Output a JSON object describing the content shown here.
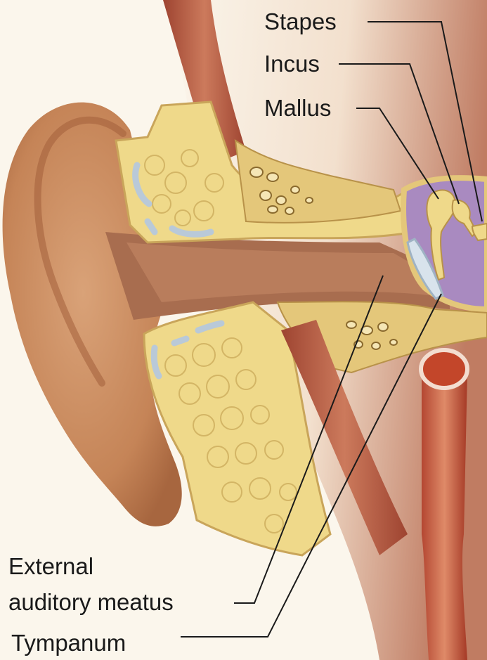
{
  "figure": {
    "labels": {
      "stapes": "Stapes",
      "incus": "Incus",
      "mallus": "Mallus",
      "external_line1": "External",
      "external_line2": "auditory meatus",
      "tympanum": "Tympanum"
    },
    "colors": {
      "background": "#fbf6ec",
      "skin": "#c78a5c",
      "cartilage": "#efd98a",
      "bone": "#e4c77a",
      "muscle": "#b55a40",
      "middle_ear": "#a98ac0",
      "canal": "#a86d4f",
      "vessel": "#c3462a",
      "leader_line": "#1a1a1a"
    }
  }
}
